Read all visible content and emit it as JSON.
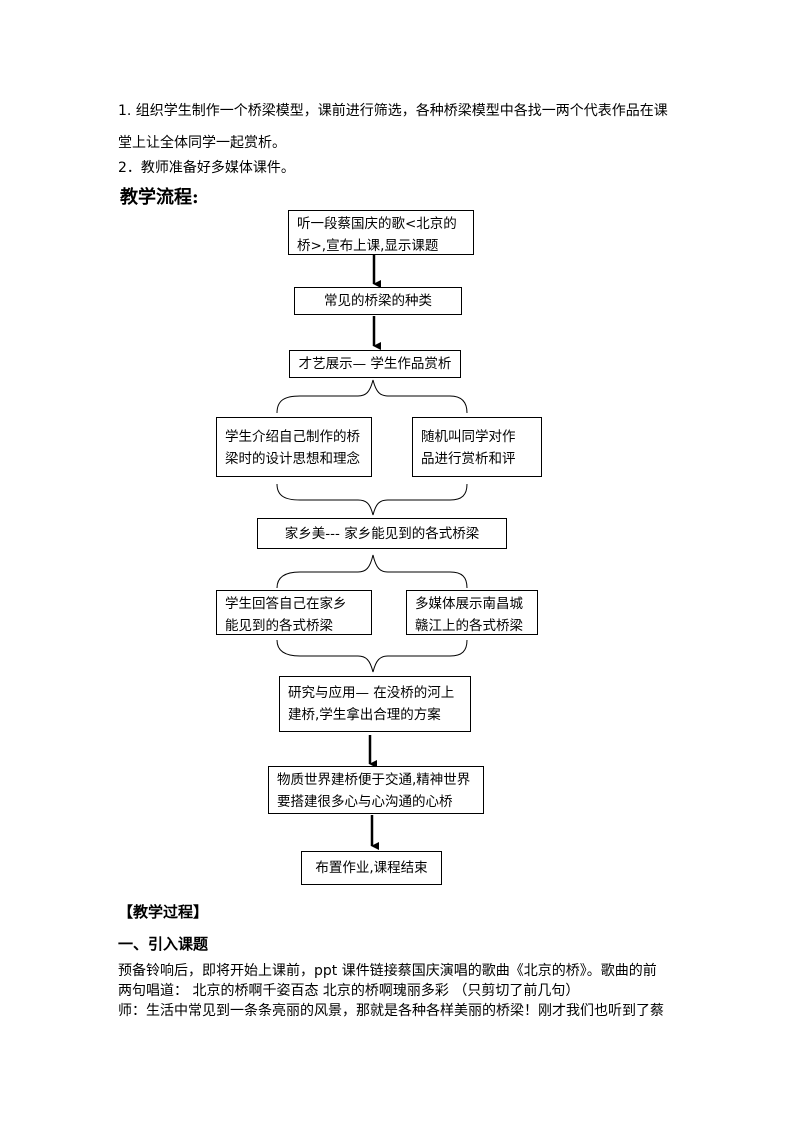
{
  "prep_items": [
    "1. 组织学生制作一个桥梁模型，课前进行筛选，各种桥梁模型中各找一两个代表作品在课",
    "堂上让全体同学一起赏析。",
    "2．教师准备好多媒体课件。"
  ],
  "flow_title": "教学流程:",
  "flow": {
    "box1": "听一段蔡国庆的歌<北京的\n桥>,宣布上课,显示课题",
    "box2": "常见的桥梁的种类",
    "box3": "才艺展示— 学生作品赏析",
    "box4": "学生介绍自己制作的桥\n梁时的设计思想和理念",
    "box5": "随机叫同学对作\n品进行赏析和评",
    "box6": "家乡美--- 家乡能见到的各式桥梁",
    "box7": "学生回答自己在家乡\n能见到的各式桥梁",
    "box8": "多媒体展示南昌城\n赣江上的各式桥梁",
    "box9": "研究与应用— 在没桥的河上\n建桥,学生拿出合理的方案",
    "box10": "物质世界建桥便于交通,精神世界\n要搭建很多心与心沟通的心桥",
    "box11": "布置作业,课程结束"
  },
  "process_heading": "【教学过程】",
  "section1_heading": "一、引入课题",
  "body_lines": [
    "预备铃响后，即将开始上课前，ppt 课件链接蔡国庆演唱的歌曲《北京的桥》。歌曲的前",
    "两句唱道：  北京的桥啊千姿百态      北京的桥啊瑰丽多彩    （只剪切了前几句）",
    "师：生活中常见到一条条亮丽的风景，那就是各种各样美丽的桥梁！刚才我们也听到了蔡"
  ]
}
